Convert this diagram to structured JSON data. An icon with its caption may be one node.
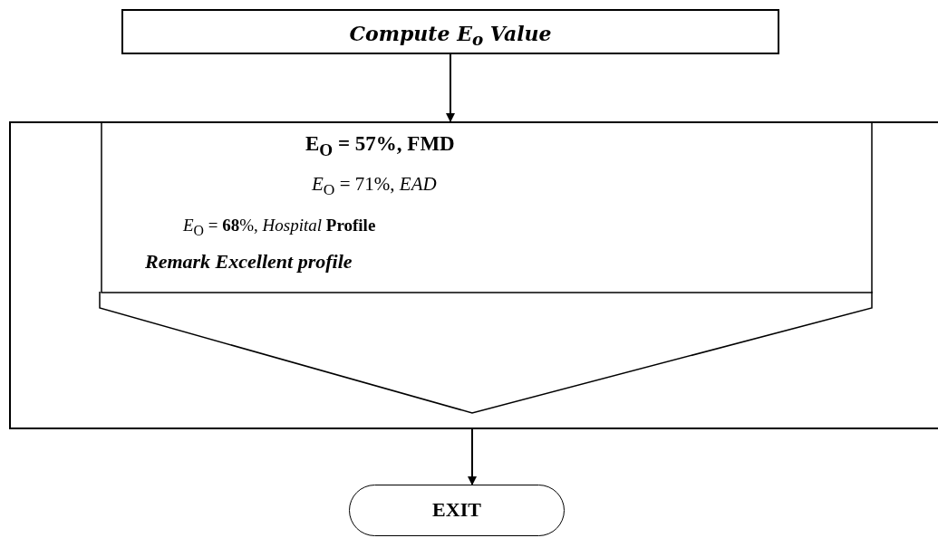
{
  "diagram": {
    "nodes": [
      {
        "text": [
          "Compute E$_{o}$ Value"
        ]
      },
      {
        "text": [],
        "shape": "box"
      },
      {
        "text": [
          "E$_{O}$ = 57%, FMD",
          "*E*$_{O}$ = 71%, *EAD*",
          "*E*$_{O}$ = **68**%, *Hospital* **Profile**",
          "Remark Excellent profile"
        ],
        "in": 1
      },
      {
        "text": [
          "EXIT"
        ]
      }
    ],
    "edges": [
      {
        "from": 0,
        "to": 1,
        "arrow": "to"
      },
      {
        "from": 1,
        "to": 3,
        "arrow": "to"
      }
    ]
  }
}
